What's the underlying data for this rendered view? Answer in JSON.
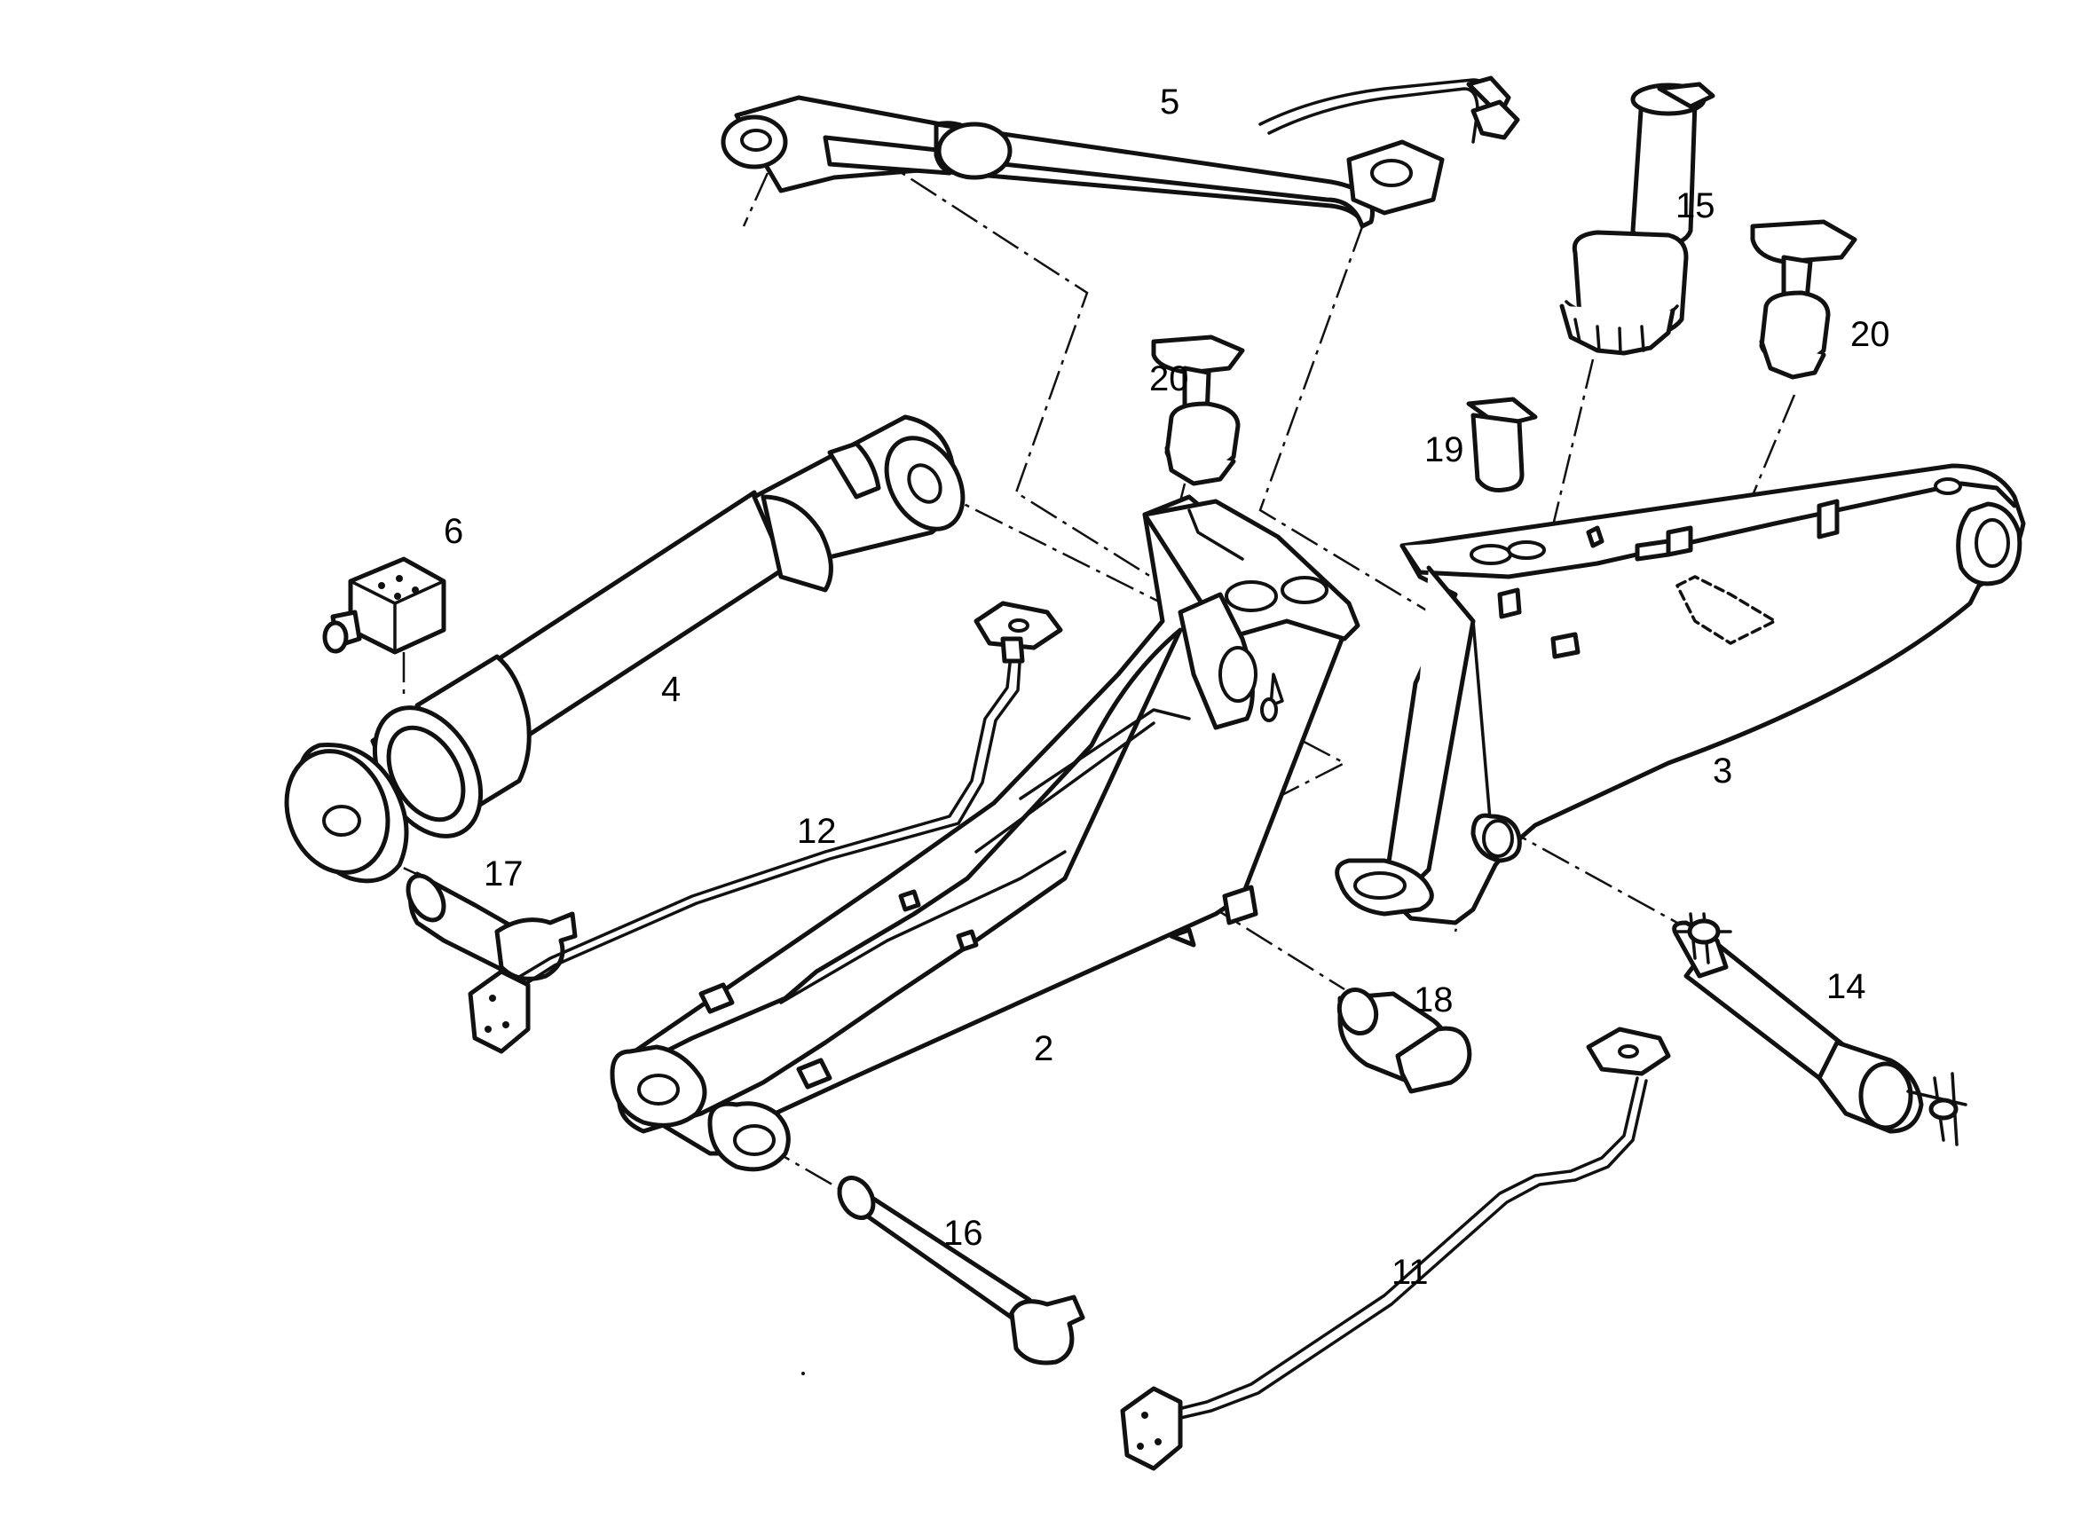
{
  "diagram": {
    "callouts": {
      "c2": "2",
      "c3": "3",
      "c4": "4",
      "c5": "5",
      "c6": "6",
      "c11": "11",
      "c12": "12",
      "c14": "14",
      "c15": "15",
      "c16": "16",
      "c17": "17",
      "c18": "18",
      "c19": "19",
      "c20a": "20",
      "c20b": "20"
    },
    "colors": {
      "ink": "#111111",
      "paper": "#ffffff"
    }
  }
}
